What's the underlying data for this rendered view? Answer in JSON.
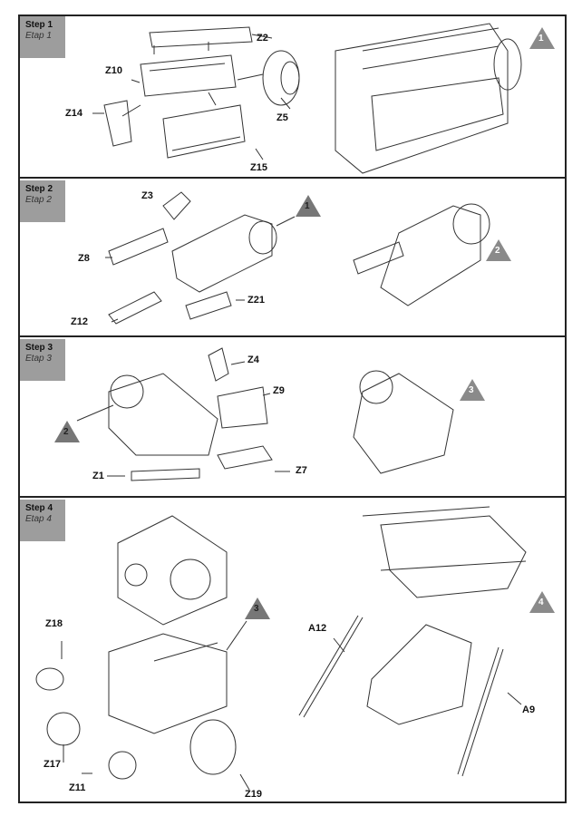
{
  "steps": [
    {
      "title": "Step 1",
      "subtitle": "Etap 1",
      "result_badge": "1",
      "parts": {
        "z2": "Z2",
        "z10": "Z10",
        "z14": "Z14",
        "z5": "Z5",
        "z15": "Z15"
      }
    },
    {
      "title": "Step 2",
      "subtitle": "Etap 2",
      "input_badge": "1",
      "result_badge": "2",
      "parts": {
        "z3": "Z3",
        "z8": "Z8",
        "z12": "Z12",
        "z21": "Z21"
      }
    },
    {
      "title": "Step 3",
      "subtitle": "Etap 3",
      "input_badge": "2",
      "result_badge": "3",
      "parts": {
        "z4": "Z4",
        "z9": "Z9",
        "z7": "Z7",
        "z1": "Z1"
      }
    },
    {
      "title": "Step 4",
      "subtitle": "Etap 4",
      "input_badge": "3",
      "result_badge": "4",
      "parts": {
        "z18": "Z18",
        "z17": "Z17",
        "z11": "Z11",
        "z19": "Z19",
        "a12": "A12",
        "a9": "A9"
      }
    }
  ]
}
